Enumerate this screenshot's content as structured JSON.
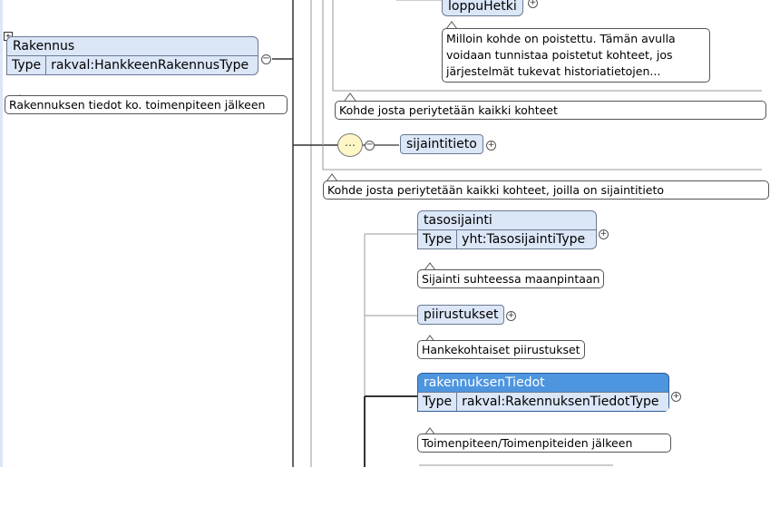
{
  "top_element": {
    "name": "loppuHetki"
  },
  "top_note": {
    "text": "Milloin kohde on poistettu. Tämän avulla voidaan tunnistaa poistetut kohteet, jos järjestelmät tukevat historiatietojen...",
    "lines": [
      "Milloin kohde on poistettu. Tämän avulla",
      "voidaan tunnistaa poistetut kohteet, jos",
      "järjestelmät tukevat historiatietojen..."
    ]
  },
  "inherited_note": {
    "text": "Kohde josta periytetään kaikki kohteet"
  },
  "rakennus": {
    "name": "Rakennus",
    "type_label": "Type",
    "type_value": "rakval:HankkeenRakennusType",
    "note": "Rakennuksen tiedot ko. toimenpiteen jälkeen"
  },
  "sijaintitieto": {
    "name": "sijaintitieto",
    "note": "Kohde josta periytetään kaikki kohteet, joilla on sijaintitieto"
  },
  "tasosijainti": {
    "name": "tasosijainti",
    "type_label": "Type",
    "type_value": "yht:TasosijaintiType",
    "note": "Sijainti suhteessa maanpintaan"
  },
  "piirustukset": {
    "name": "piirustukset",
    "note": "Hankekohtaiset piirustukset"
  },
  "rakennuksenTiedot": {
    "name": "rakennuksenTiedot",
    "type_label": "Type",
    "type_value": "rakval:RakennuksenTiedotType",
    "note": "Toimenpiteen/Toimenpiteiden jälkeen"
  },
  "symbols": {
    "plus": "+",
    "minus": "−",
    "pin": "+"
  }
}
